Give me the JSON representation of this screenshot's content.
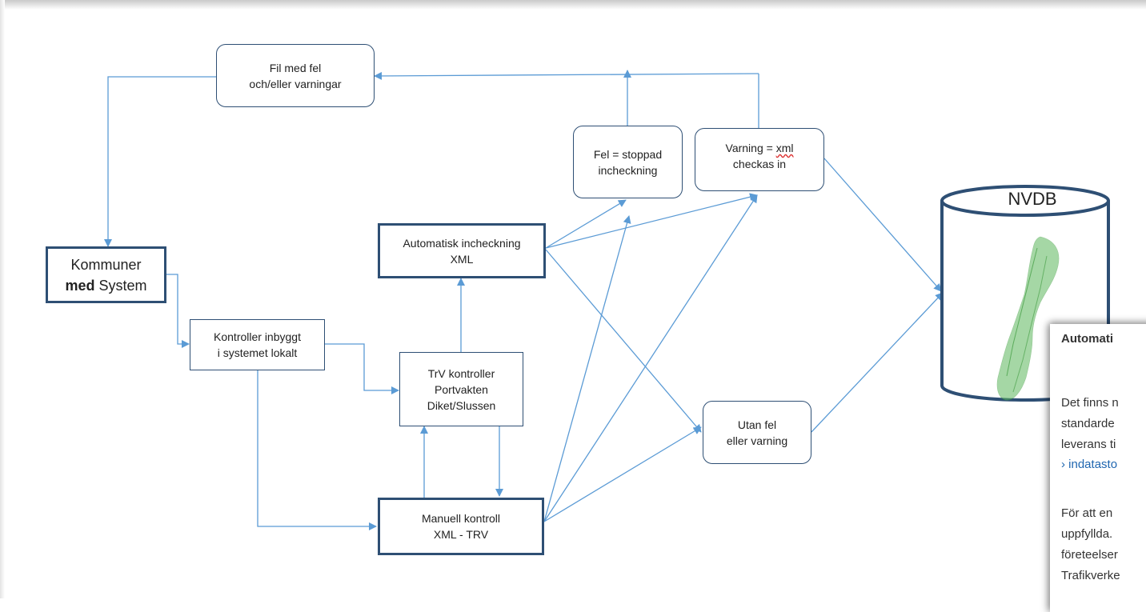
{
  "boxes": {
    "error_file": {
      "line1": "Fil med fel",
      "line2": "och/eller varningar"
    },
    "municipality": {
      "line1": "Kommuner",
      "bold": "med",
      "rest": " System"
    },
    "local_checks": {
      "line1": "Kontroller inbyggt",
      "line2": "i systemet lokalt"
    },
    "auto_checkin": {
      "line1": "Automatisk incheckning",
      "line2": "XML"
    },
    "trv_checks": {
      "line1": "TrV kontroller",
      "line2": "Portvakten",
      "line3": "Diket/Slussen"
    },
    "manual_check": {
      "line1": "Manuell kontroll",
      "line2": "XML - TRV"
    },
    "error_stopped": {
      "line1": "Fel = stoppad",
      "line2": "incheckning"
    },
    "warning_checkin": {
      "line1a": "Varning = ",
      "line1b": "xml",
      "line2": "checkas in"
    },
    "no_error": {
      "line1": "Utan fel",
      "line2": "eller varning"
    }
  },
  "database": {
    "label": "NVDB"
  },
  "popup": {
    "heading": "Automati",
    "lines": [
      "Det finns n",
      "standarde",
      "leverans ti"
    ],
    "link": "› indatasto",
    "lines2": [
      "För att en",
      "uppfyllda.",
      "företeelser",
      "Trafikverke"
    ]
  },
  "colors": {
    "box_border": "#2e4f74",
    "arrow": "#5b9bd5",
    "map_green": "#5cb85c",
    "link": "#1f66b0"
  }
}
